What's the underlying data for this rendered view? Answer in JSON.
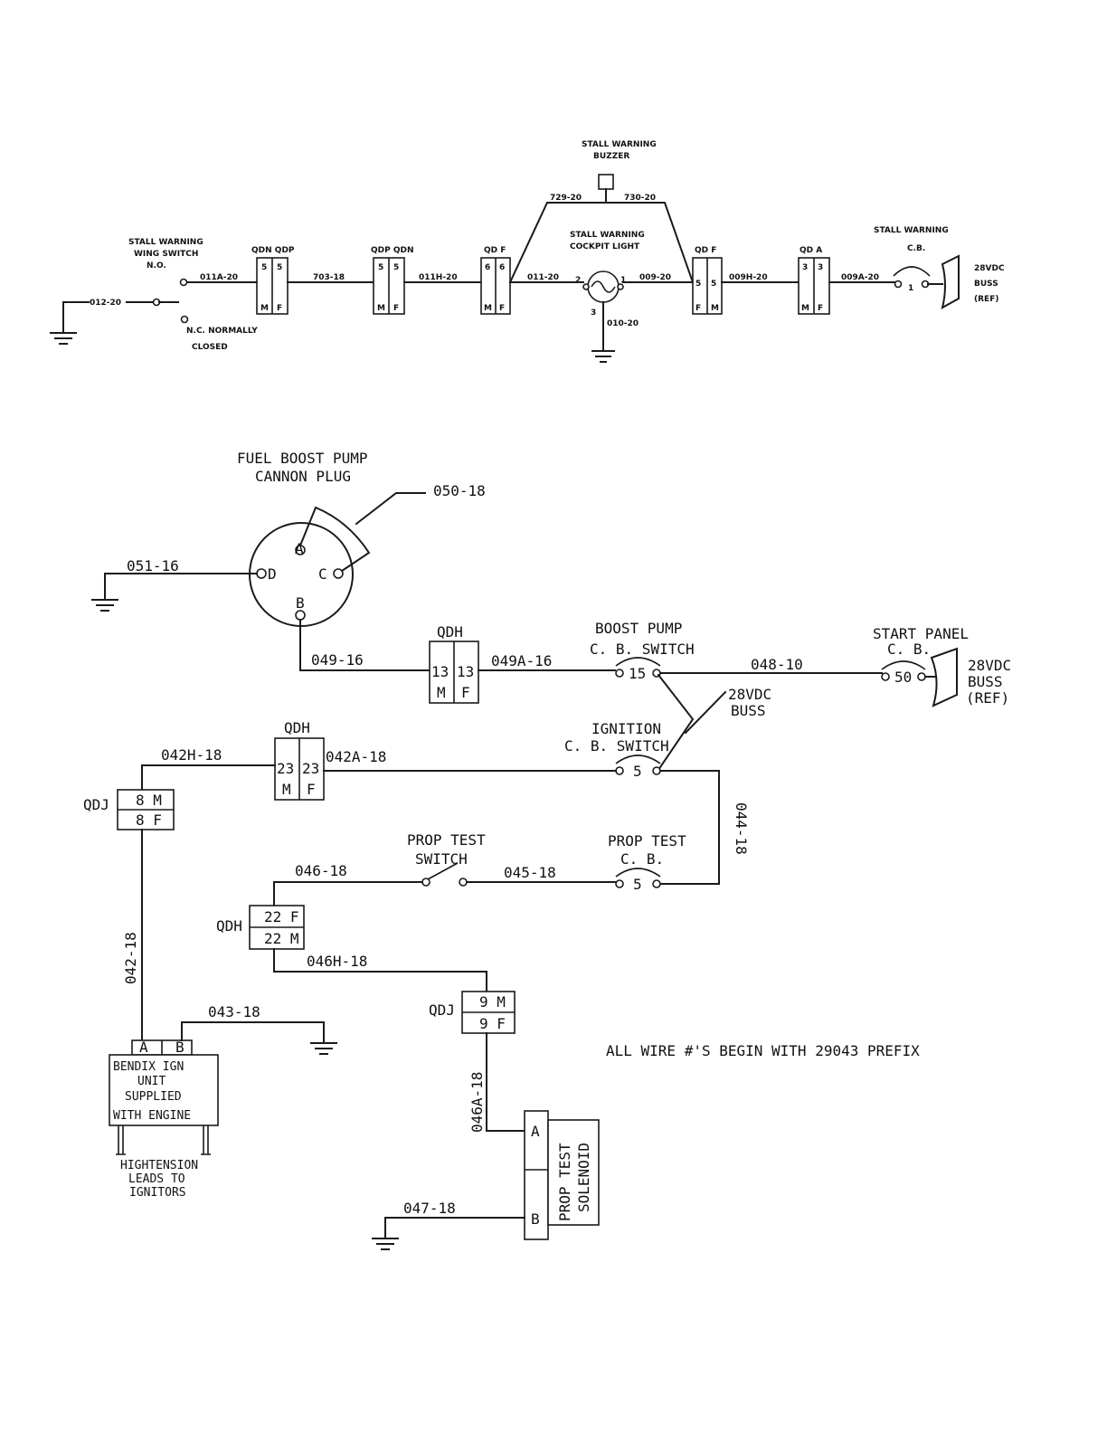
{
  "top": {
    "wing_switch": [
      "STALL WARNING",
      "WING SWITCH",
      "N.O."
    ],
    "nc_label": [
      "N.C. NORMALLY",
      "CLOSED"
    ],
    "buzzer": [
      "STALL WARNING",
      "BUZZER"
    ],
    "cockpit_light": [
      "STALL WARNING",
      "COCKPIT LIGHT"
    ],
    "cb": [
      "STALL WARNING",
      "C.B."
    ],
    "buss": [
      "28VDC",
      "BUSS",
      "(REF)"
    ],
    "wires": {
      "w012": "012-20",
      "w011a": "011A-20",
      "w703": "703-18",
      "w011h": "011H-20",
      "w011": "011-20",
      "w729": "729-20",
      "w730": "730-20",
      "w009": "009-20",
      "w009h": "009H-20",
      "w009a": "009A-20",
      "w010": "010-20"
    },
    "connectors": [
      {
        "head": "QDN  QDP",
        "left": "5",
        "right": "5",
        "bl": "M",
        "br": "F"
      },
      {
        "head": "QDP QDN",
        "left": "5",
        "right": "5",
        "bl": "M",
        "br": "F"
      },
      {
        "head": "QD F",
        "left": "6",
        "right": "6",
        "bl": "M",
        "br": "F"
      },
      {
        "head": "QD F",
        "left": "5",
        "right": "5",
        "bl": "F",
        "br": "M"
      },
      {
        "head": "QD  A",
        "left": "3",
        "right": "3",
        "bl": "M",
        "br": "F"
      }
    ],
    "light_pins": {
      "p1": "1",
      "p2": "2",
      "p3": "3"
    },
    "cb_num": "1"
  },
  "bottom": {
    "fuel_plug": [
      "FUEL BOOST PUMP",
      "CANNON PLUG"
    ],
    "pins": {
      "a": "A",
      "b": "B",
      "c": "C",
      "d": "D"
    },
    "wires": {
      "w050": "050-18",
      "w051": "051-16",
      "w049": "049-16",
      "w049a": "049A-16",
      "w048": "048-10",
      "w042h": "042H-18",
      "w042a": "042A-18",
      "w044": "044-18",
      "w046": "046-18",
      "w045": "045-18",
      "w046h": "046H-18",
      "w042": "042-18",
      "w043": "043-18",
      "w046a": "046A-18",
      "w047": "047-18"
    },
    "boost_cb": [
      "BOOST PUMP",
      "C. B.  SWITCH"
    ],
    "boost_cb_num": "15",
    "start_panel": [
      "START PANEL",
      "C. B."
    ],
    "start_cb_num": "50",
    "buss_ref": [
      "28VDC",
      "BUSS",
      "(REF)"
    ],
    "buss_label": [
      "28VDC",
      "BUSS"
    ],
    "ignition_cb": [
      "IGNITION",
      "C. B.  SWITCH"
    ],
    "ignition_cb_num": "5",
    "prop_switch": [
      "PROP TEST",
      "SWITCH"
    ],
    "prop_cb": [
      "PROP TEST",
      "C. B."
    ],
    "prop_cb_num": "5",
    "qdh1": {
      "head": "QDH",
      "l": "13",
      "r": "13",
      "bl": "M",
      "br": "F"
    },
    "qdh2": {
      "head": "QDH",
      "l": "23",
      "r": "23",
      "bl": "M",
      "br": "F"
    },
    "qdj1": {
      "side": "QDJ",
      "r1": "8 M",
      "r2": "8 F"
    },
    "qdh3": {
      "side": "QDH",
      "r1": "22 F",
      "r2": "22 M"
    },
    "qdj2": {
      "side": "QDJ",
      "r1": "9 M",
      "r2": "9 F"
    },
    "bendix": {
      "a": "A",
      "b": "B",
      "lines": [
        "BENDIX IGN",
        "UNIT",
        "SUPPLIED",
        "WITH ENGINE"
      ]
    },
    "leads": [
      "HIGHTENSION",
      "LEADS TO",
      "IGNITORS"
    ],
    "solenoid": {
      "a": "A",
      "b": "B",
      "lines": [
        "PROP TEST",
        "SOLENOID"
      ]
    },
    "note": "ALL WIRE #'S BEGIN WITH 29043 PREFIX"
  }
}
